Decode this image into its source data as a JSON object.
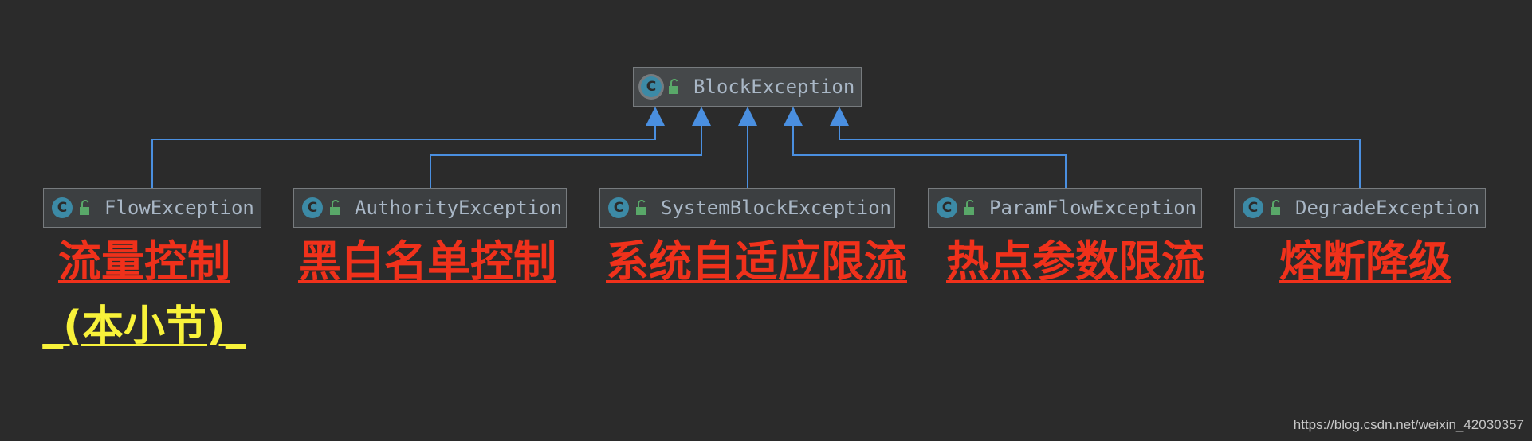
{
  "root": {
    "name": "BlockException",
    "icon": "class-icon",
    "icon_letter": "C"
  },
  "children": [
    {
      "name": "FlowException",
      "label": "流量控制",
      "icon": "class-icon",
      "icon_letter": "C"
    },
    {
      "name": "AuthorityException",
      "label": "黑白名单控制",
      "icon": "class-icon",
      "icon_letter": "C"
    },
    {
      "name": "SystemBlockException",
      "label": "系统自适应限流",
      "icon": "class-icon",
      "icon_letter": "C"
    },
    {
      "name": "ParamFlowException",
      "label": "热点参数限流",
      "icon": "class-icon",
      "icon_letter": "C"
    },
    {
      "name": "DegradeException",
      "label": "熔断降级",
      "icon": "class-icon",
      "icon_letter": "C"
    }
  ],
  "note": "_(本小节)_",
  "watermark": "https://blog.csdn.net/weixin_42030357",
  "colors": {
    "background": "#2b2b2b",
    "node_fill": "#3c3f41",
    "node_border": "#777b7e",
    "node_text": "#a9b7c6",
    "class_icon": "#3c8aa6",
    "lock_icon": "#59a869",
    "connector": "#4a8fe0",
    "label_red": "#f0311b",
    "note_yellow": "#f8f23a"
  }
}
